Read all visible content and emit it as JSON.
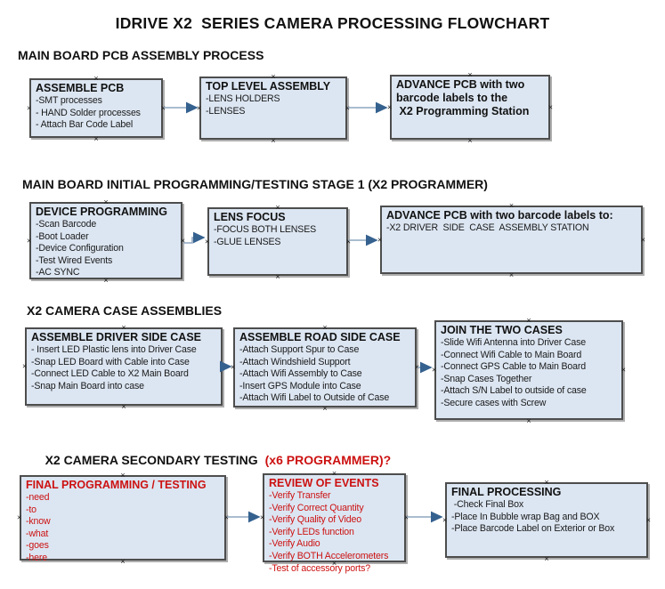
{
  "page_title": "IDRIVE X2  SERIES CAMERA PROCESSING FLOWCHART",
  "ui": {
    "anchor_glyph": "×"
  },
  "colors": {
    "box_fill": "#dce6f2",
    "box_border": "#4d4d4d",
    "red_text": "#cc1111",
    "connector_line": "#8ea6bf",
    "connector_arrowhead": "#35618f"
  },
  "sections": [
    {
      "heading": "MAIN BOARD PCB ASSEMBLY PROCESS",
      "boxes": [
        {
          "title": "ASSEMBLE PCB",
          "lines": [
            "-SMT processes",
            "- HAND Solder processes",
            "- Attach Bar Code Label"
          ]
        },
        {
          "title": "TOP LEVEL ASSEMBLY",
          "lines": [
            "-LENS HOLDERS",
            "-LENSES"
          ]
        },
        {
          "title": "ADVANCE PCB with two barcode labels to the\n X2 Programming Station",
          "lines": []
        }
      ]
    },
    {
      "heading": "MAIN BOARD INITIAL PROGRAMMING/TESTING STAGE 1 (X2 PROGRAMMER)",
      "boxes": [
        {
          "title": "DEVICE PROGRAMMING",
          "lines": [
            "-Scan Barcode",
            "-Boot Loader",
            "-Device Configuration",
            "-Test Wired Events",
            "-AC SYNC"
          ]
        },
        {
          "title": "LENS FOCUS",
          "lines": [
            "-FOCUS BOTH LENSES",
            "-GLUE LENSES"
          ]
        },
        {
          "title": "ADVANCE PCB with two barcode labels to:",
          "lines": [
            "-X2 DRIVER  SIDE  CASE  ASSEMBLY STATION"
          ]
        }
      ]
    },
    {
      "heading": "X2 CAMERA CASE ASSEMBLIES",
      "boxes": [
        {
          "title": "ASSEMBLE DRIVER SIDE CASE",
          "lines": [
            "- Insert LED Plastic lens into Driver Case",
            "-Snap LED Board with Cable into Case",
            "-Connect LED Cable to X2 Main Board",
            "-Snap Main Board into case"
          ]
        },
        {
          "title": "ASSEMBLE ROAD SIDE CASE",
          "lines": [
            "-Attach Support Spur to Case",
            "-Attach Windshield Support",
            "-Attach Wifi Assembly to Case",
            "-Insert GPS Module into Case",
            "-Attach Wifi Label to Outside of Case"
          ]
        },
        {
          "title": "JOIN THE TWO CASES",
          "lines": [
            "-Slide Wifi Antenna into Driver Case",
            "-Connect Wifi Cable to Main Board",
            "-Connect GPS Cable to Main Board",
            "-Snap Cases Together",
            "-Attach S/N Label to outside of case",
            "-Secure cases with Screw"
          ]
        }
      ]
    },
    {
      "heading": "X2 CAMERA SECONDARY TESTING",
      "heading_red": "(x6 PROGRAMMER)?",
      "boxes": [
        {
          "title": "FINAL PROGRAMMING / TESTING",
          "lines": [
            "-need",
            "-to",
            "-know",
            "-what",
            "-goes",
            "-here"
          ]
        },
        {
          "title": "REVIEW OF EVENTS",
          "lines": [
            "-Verify Transfer",
            "-Verify Correct Quantity",
            "-Verify Quality of Video",
            "-Verify LEDs function",
            "-Verify Audio",
            "-Verify BOTH Accelerometers",
            "-Test of accessory ports?"
          ]
        },
        {
          "title": "FINAL PROCESSING",
          "lines": [
            " -Check Final Box",
            "-Place In Bubble wrap Bag and BOX",
            "-Place Barcode Label on Exterior or Box"
          ]
        }
      ]
    }
  ]
}
